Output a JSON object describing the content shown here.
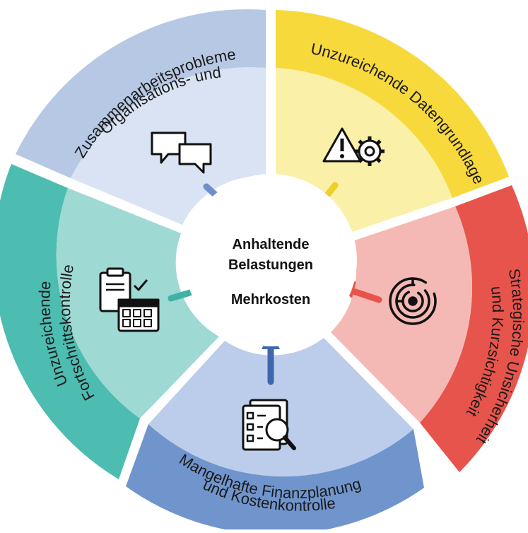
{
  "center": {
    "line1": "Anhaltende",
    "line2": "Belastungen",
    "line3": "Mehrkosten"
  },
  "segments": [
    {
      "key": "organisation",
      "label_line1": "Organisations- und",
      "label_line2": "Zusammenarbeitsprobleme",
      "icon": "speech-bubbles-icon",
      "outer_color": "#b7c8e4",
      "inner_color": "#d9e3f3",
      "arrow_color": "#6e8fc8"
    },
    {
      "key": "daten",
      "label_line1": "Unzureichende Datengrundlage",
      "label_line2": "",
      "icon": "warning-gear-icon",
      "outer_color": "#f8d93c",
      "inner_color": "#faf0a8",
      "arrow_color": "#f0cf27"
    },
    {
      "key": "strategie",
      "label_line1": "Strategische Unsicherheit",
      "label_line2": "und Kurzsichtigkeit",
      "icon": "maze-icon",
      "outer_color": "#e7544c",
      "inner_color": "#f5b9b5",
      "arrow_color": "#e7544c"
    },
    {
      "key": "finanz",
      "label_line1": "Mangelhafte Finanzplanung",
      "label_line2": "und Kostenkontrolle",
      "icon": "checklist-magnifier-icon",
      "outer_color": "#7095cd",
      "inner_color": "#bccdeb",
      "arrow_color": "#3e67ad"
    },
    {
      "key": "fortschritt",
      "label_line1": "Unzureichende",
      "label_line2": "Fortschrittskontrolle",
      "icon": "clipboard-calendar-icon",
      "outer_color": "#4dbcb1",
      "inner_color": "#9fd9d3",
      "arrow_color": "#3fb2a6"
    }
  ]
}
